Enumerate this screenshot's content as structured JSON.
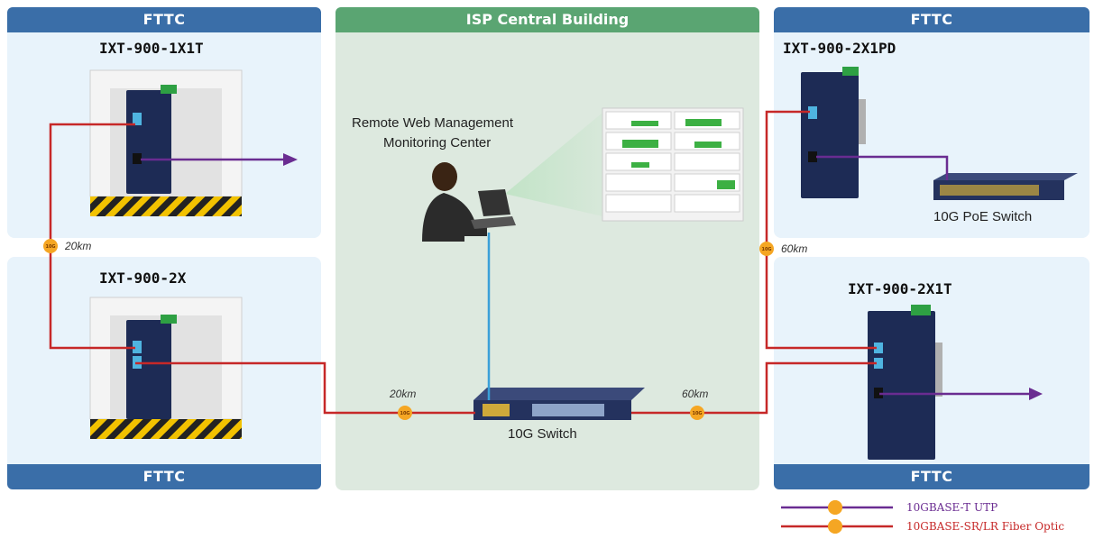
{
  "left_top": {
    "header": "FTTC",
    "model": "IXT-900-1X1T"
  },
  "left_bottom": {
    "model": "IXT-900-2X",
    "footer": "FTTC"
  },
  "center": {
    "header": "ISP Central Building",
    "monitor_label_1": "Remote Web Management",
    "monitor_label_2": "Monitoring Center",
    "switch_label": "10G Switch"
  },
  "right_top": {
    "header": "FTTC",
    "model": "IXT-900-2X1PD",
    "poe_switch_label": "10G PoE Switch"
  },
  "right_bottom": {
    "model": "IXT-900-2X1T",
    "footer": "FTTC"
  },
  "distances": {
    "left_vertical": "20km",
    "right_vertical": "60km",
    "center_left": "20km",
    "center_right": "60km"
  },
  "badge_text": "10G",
  "legend": {
    "utp": "10GBASE-T UTP",
    "fiber": "10GBASE-SR/LR Fiber Optic"
  },
  "colors": {
    "header_blue": "#3a6ea8",
    "header_green": "#5aa572",
    "fiber_red": "#c62828",
    "utp_purple": "#6a2c91",
    "blue_link": "#3aa0d8",
    "badge_orange": "#f5a623"
  }
}
